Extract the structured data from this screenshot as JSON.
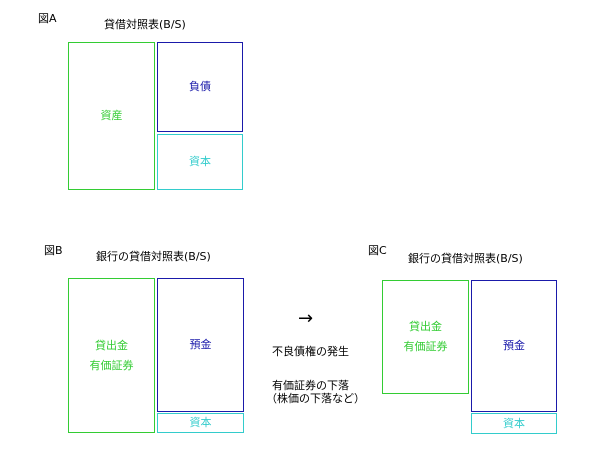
{
  "colors": {
    "asset": "#33cc33",
    "liability": "#1a1aaa",
    "capital": "#33cccc",
    "text": "#000000"
  },
  "figure_a": {
    "label": "図A",
    "title": "貸借対照表(B/S)",
    "assets": "資産",
    "liabilities": "負債",
    "capital": "資本"
  },
  "figure_b": {
    "label": "図B",
    "title": "銀行の貸借対照表(B/S)",
    "assets_line1": "貸出金",
    "assets_line2": "有価証券",
    "deposits": "預金",
    "capital": "資本"
  },
  "figure_c": {
    "label": "図C",
    "title": "銀行の貸借対照表(B/S)",
    "assets_line1": "貸出金",
    "assets_line2": "有価証券",
    "deposits": "預金",
    "capital": "資本"
  },
  "transition": {
    "arrow": "→",
    "cause1": "不良債権の発生",
    "cause2_line1": "有価証券の下落",
    "cause2_line2": "（株価の下落など）"
  }
}
